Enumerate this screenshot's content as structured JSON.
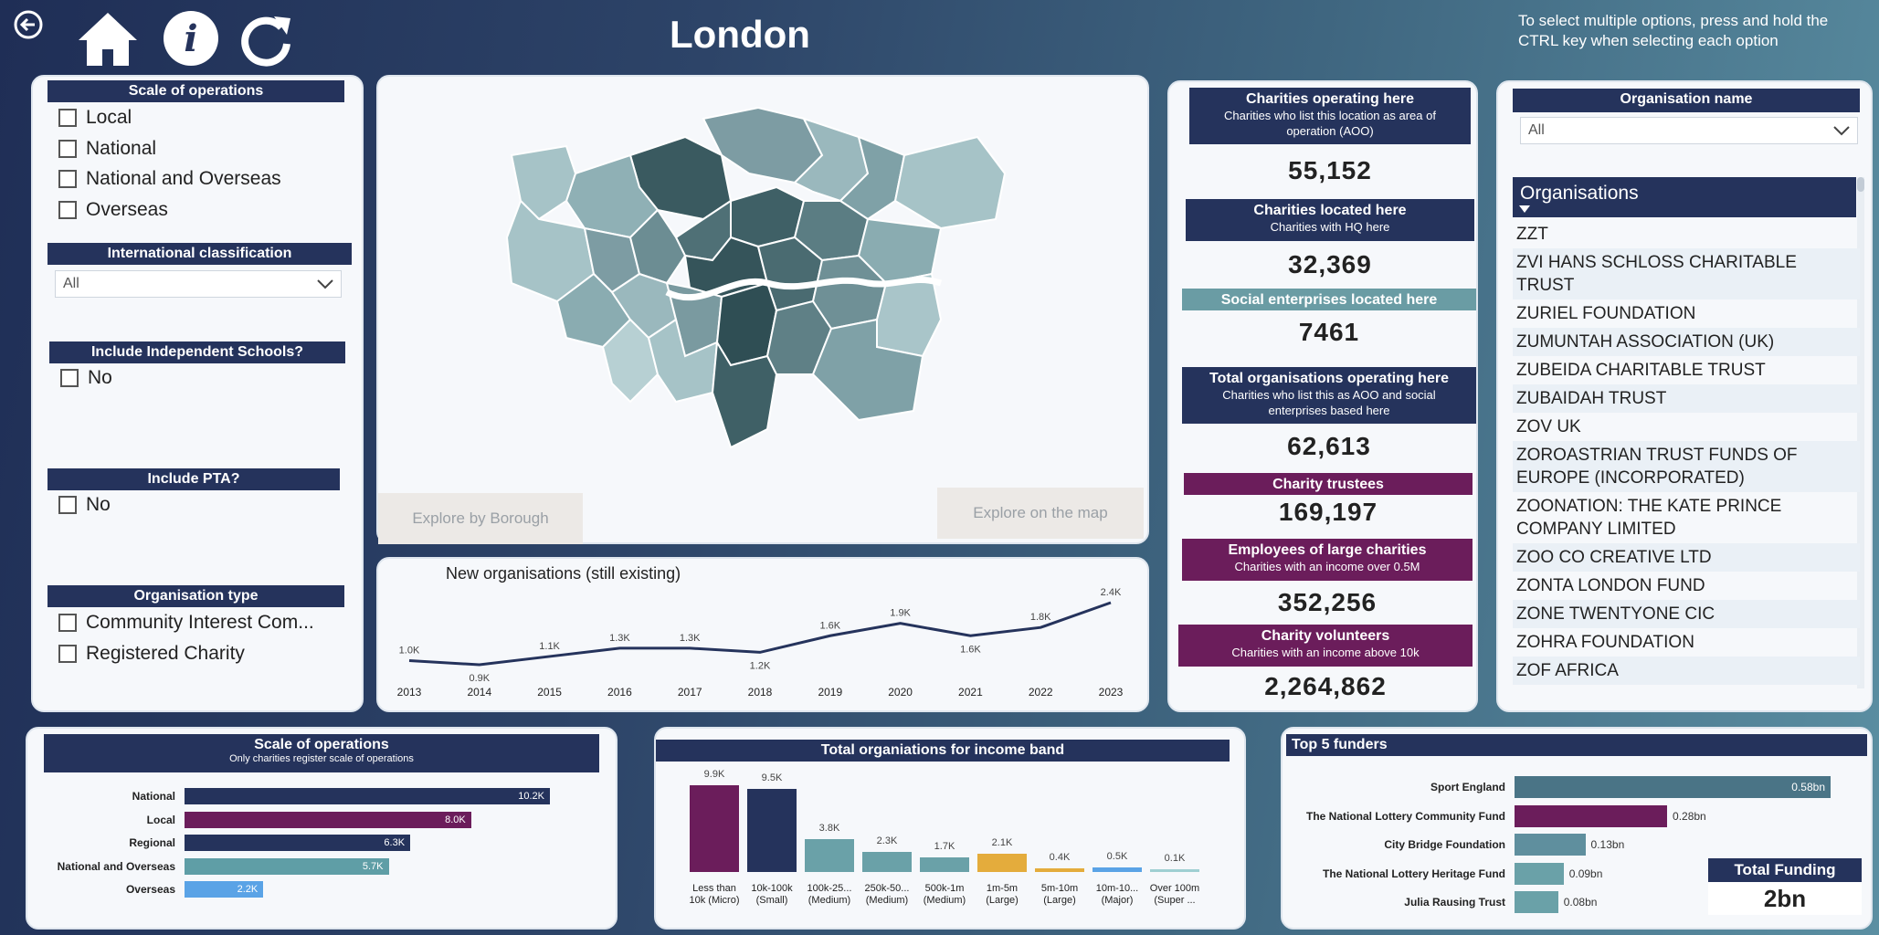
{
  "header": {
    "title": "London",
    "hint": "To select multiple options, press and hold the CTRL key when selecting each option"
  },
  "nav": {
    "back_icon": "back-arrow-icon",
    "home_icon": "home-icon",
    "info_icon": "info-icon",
    "refresh_icon": "refresh-icon"
  },
  "filters": {
    "scale": {
      "title": "Scale of operations",
      "options": [
        "Local",
        "National",
        "National and Overseas",
        "Overseas"
      ]
    },
    "intl": {
      "title": "International classification",
      "value": "All"
    },
    "schools": {
      "title": "Include Independent Schools?",
      "option": "No"
    },
    "pta": {
      "title": "Include PTA?",
      "option": "No"
    },
    "orgtype": {
      "title": "Organisation type",
      "options": [
        "Community Interest Com...",
        "Registered Charity"
      ]
    }
  },
  "map": {
    "btn_borough": "Explore by Borough",
    "btn_map": "Explore on the map"
  },
  "newOrgs": {
    "title": "New organisations (still existing)",
    "years": [
      "2013",
      "2014",
      "2015",
      "2016",
      "2017",
      "2018",
      "2019",
      "2020",
      "2021",
      "2022",
      "2023"
    ],
    "values": [
      1.0,
      0.9,
      1.1,
      1.3,
      1.3,
      1.2,
      1.6,
      1.9,
      1.6,
      1.8,
      2.4
    ],
    "labels": [
      "1.0K",
      "0.9K",
      "1.1K",
      "1.3K",
      "1.3K",
      "1.2K",
      "1.6K",
      "1.9K",
      "1.6K",
      "1.8K",
      "2.4K"
    ]
  },
  "kpis": {
    "aoo": {
      "title": "Charities operating here",
      "sub": "Charities who list this location as area of operation (AOO)",
      "value": "55,152"
    },
    "located": {
      "title": "Charities located here",
      "sub": "Charities with HQ here",
      "value": "32,369"
    },
    "social": {
      "title": "Social enterprises located here",
      "value": "7461"
    },
    "total": {
      "title": "Total organisations operating here",
      "sub": "Charities who list this as AOO and social enterprises based here",
      "value": "62,613"
    },
    "trustees": {
      "title": "Charity trustees",
      "value": "169,197"
    },
    "employees": {
      "title": "Employees of large charities",
      "sub": "Charities with an income over 0.5M",
      "value": "352,256"
    },
    "volunteers": {
      "title": "Charity volunteers",
      "sub": "Charities with an income above 10k",
      "value": "2,264,862"
    }
  },
  "orgs": {
    "filter_title": "Organisation name",
    "filter_value": "All",
    "list_title": "Organisations",
    "items": [
      "ZZT",
      "ZVI HANS SCHLOSS CHARITABLE TRUST",
      "ZURIEL FOUNDATION",
      "ZUMUNTAH ASSOCIATION (UK)",
      "ZUBEIDA CHARITABLE TRUST",
      "ZUBAIDAH TRUST",
      "ZOV UK",
      "ZOROASTRIAN TRUST FUNDS OF EUROPE (INCORPORATED)",
      "ZOONATION: THE KATE PRINCE COMPANY LIMITED",
      "ZOO CO CREATIVE LTD",
      "ZONTA LONDON FUND",
      "ZONE TWENTYONE CIC",
      "ZOHRA FOUNDATION",
      "ZOF AFRICA"
    ]
  },
  "scaleChart": {
    "title": "Scale of operations",
    "sub": "Only charities register scale of operations",
    "rows": [
      {
        "label": "National",
        "value": 10.2,
        "text": "10.2K",
        "color": "#25335c"
      },
      {
        "label": "Local",
        "value": 8.0,
        "text": "8.0K",
        "color": "#6b1d5b"
      },
      {
        "label": "Regional",
        "value": 6.3,
        "text": "6.3K",
        "color": "#25335c"
      },
      {
        "label": "National and Overseas",
        "value": 5.7,
        "text": "5.7K",
        "color": "#5f9ea6"
      },
      {
        "label": "Overseas",
        "value": 2.2,
        "text": "2.2K",
        "color": "#5aa3e6"
      }
    ]
  },
  "incomeChart": {
    "title": "Total organiations for income band",
    "bars": [
      {
        "cat": "Less than 10k (Micro)",
        "value": 9.9,
        "text": "9.9K",
        "color": "#6b1d5b"
      },
      {
        "cat": "10k-100k (Small)",
        "value": 9.5,
        "text": "9.5K",
        "color": "#25335c"
      },
      {
        "cat": "100k-25... (Medium)",
        "value": 3.8,
        "text": "3.8K",
        "color": "#6aa1a8"
      },
      {
        "cat": "250k-50... (Medium)",
        "value": 2.3,
        "text": "2.3K",
        "color": "#6aa1a8"
      },
      {
        "cat": "500k-1m (Medium)",
        "value": 1.7,
        "text": "1.7K",
        "color": "#6aa1a8"
      },
      {
        "cat": "1m-5m (Large)",
        "value": 2.1,
        "text": "2.1K",
        "color": "#e4ac3c"
      },
      {
        "cat": "5m-10m (Large)",
        "value": 0.4,
        "text": "0.4K",
        "color": "#e4ac3c"
      },
      {
        "cat": "10m-10... (Major)",
        "value": 0.5,
        "text": "0.5K",
        "color": "#5aa3e6"
      },
      {
        "cat": "Over 100m (Super ...",
        "value": 0.1,
        "text": "0.1K",
        "color": "#9fcfd2"
      }
    ]
  },
  "funders": {
    "title": "Top 5 funders",
    "rows": [
      {
        "label": "Sport England",
        "value": 0.58,
        "text": "0.58bn",
        "color": "#4a7486"
      },
      {
        "label": "The National Lottery Community Fund",
        "value": 0.28,
        "text": "0.28bn",
        "color": "#6b1d5b"
      },
      {
        "label": "City Bridge Foundation",
        "value": 0.13,
        "text": "0.13bn",
        "color": "#5f8f9e"
      },
      {
        "label": "The National Lottery Heritage Fund",
        "value": 0.09,
        "text": "0.09bn",
        "color": "#6aa1a8"
      },
      {
        "label": "Julia Rausing Trust",
        "value": 0.08,
        "text": "0.08bn",
        "color": "#6aa1a8"
      }
    ],
    "total_title": "Total Funding",
    "total_value": "2bn"
  }
}
